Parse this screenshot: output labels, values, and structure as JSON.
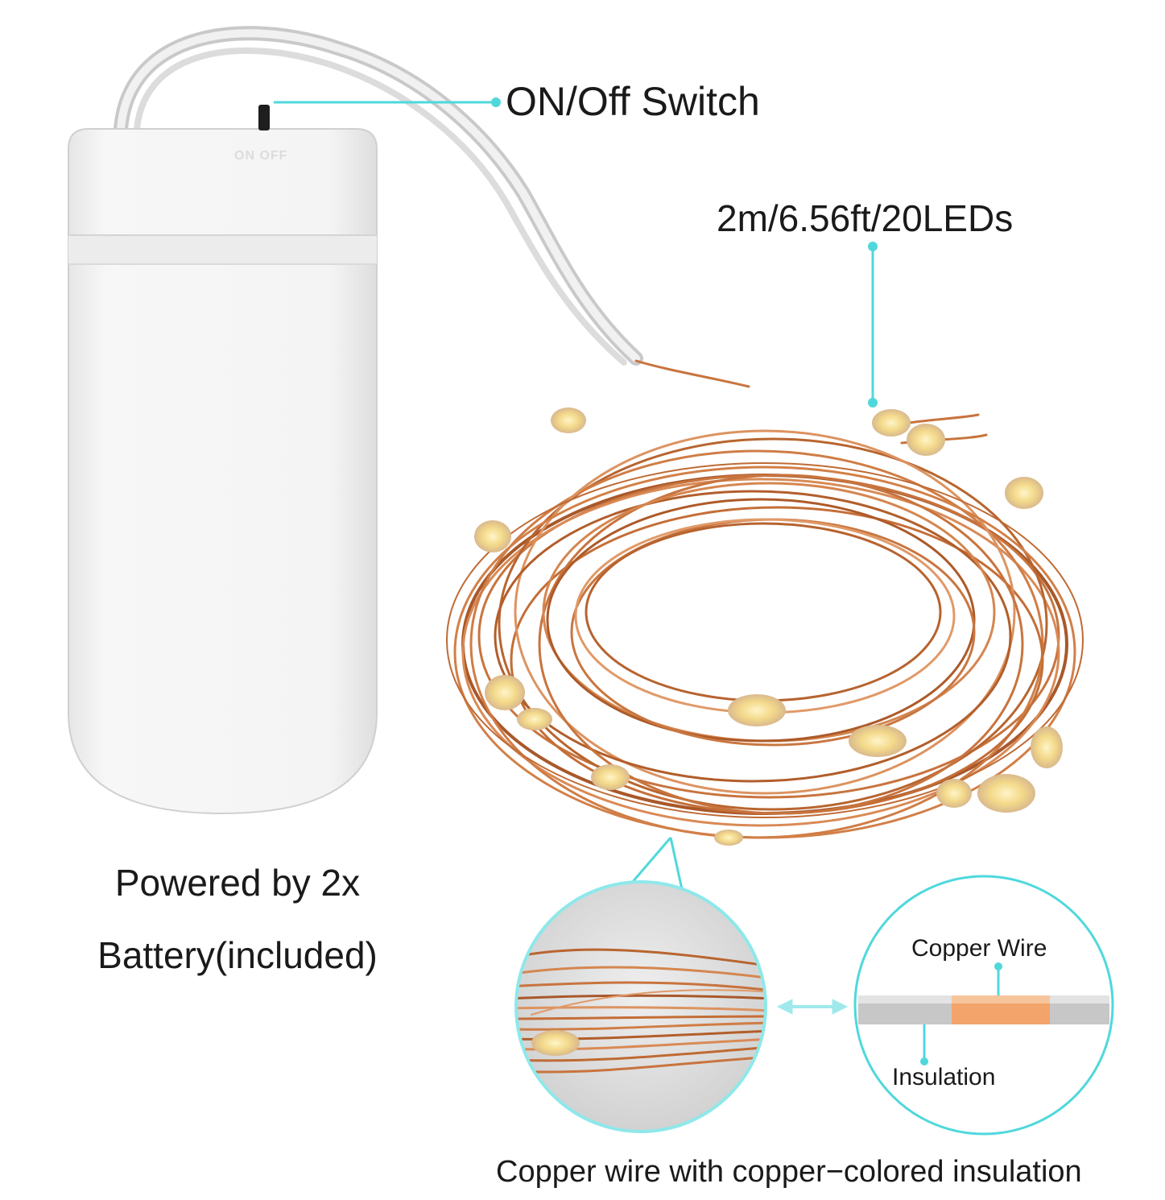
{
  "callouts": {
    "switch": "ON/Off Switch",
    "spec": "2m/6.56ft/20LEDs",
    "power": "Powered by 2x Battery(included)",
    "copper_wire": "Copper Wire",
    "insulation": "Insulation"
  },
  "box_print": "ON  OFF",
  "caption": "Copper wire with copper−colored insulation",
  "colors": {
    "accent_line": "#4fd8dc",
    "copper": "#c8743e",
    "led": "#f3d98a",
    "battery_box": "#f4f4f4"
  },
  "icons": {
    "compare": "double-arrow-icon",
    "marker": "dot-marker-icon"
  }
}
